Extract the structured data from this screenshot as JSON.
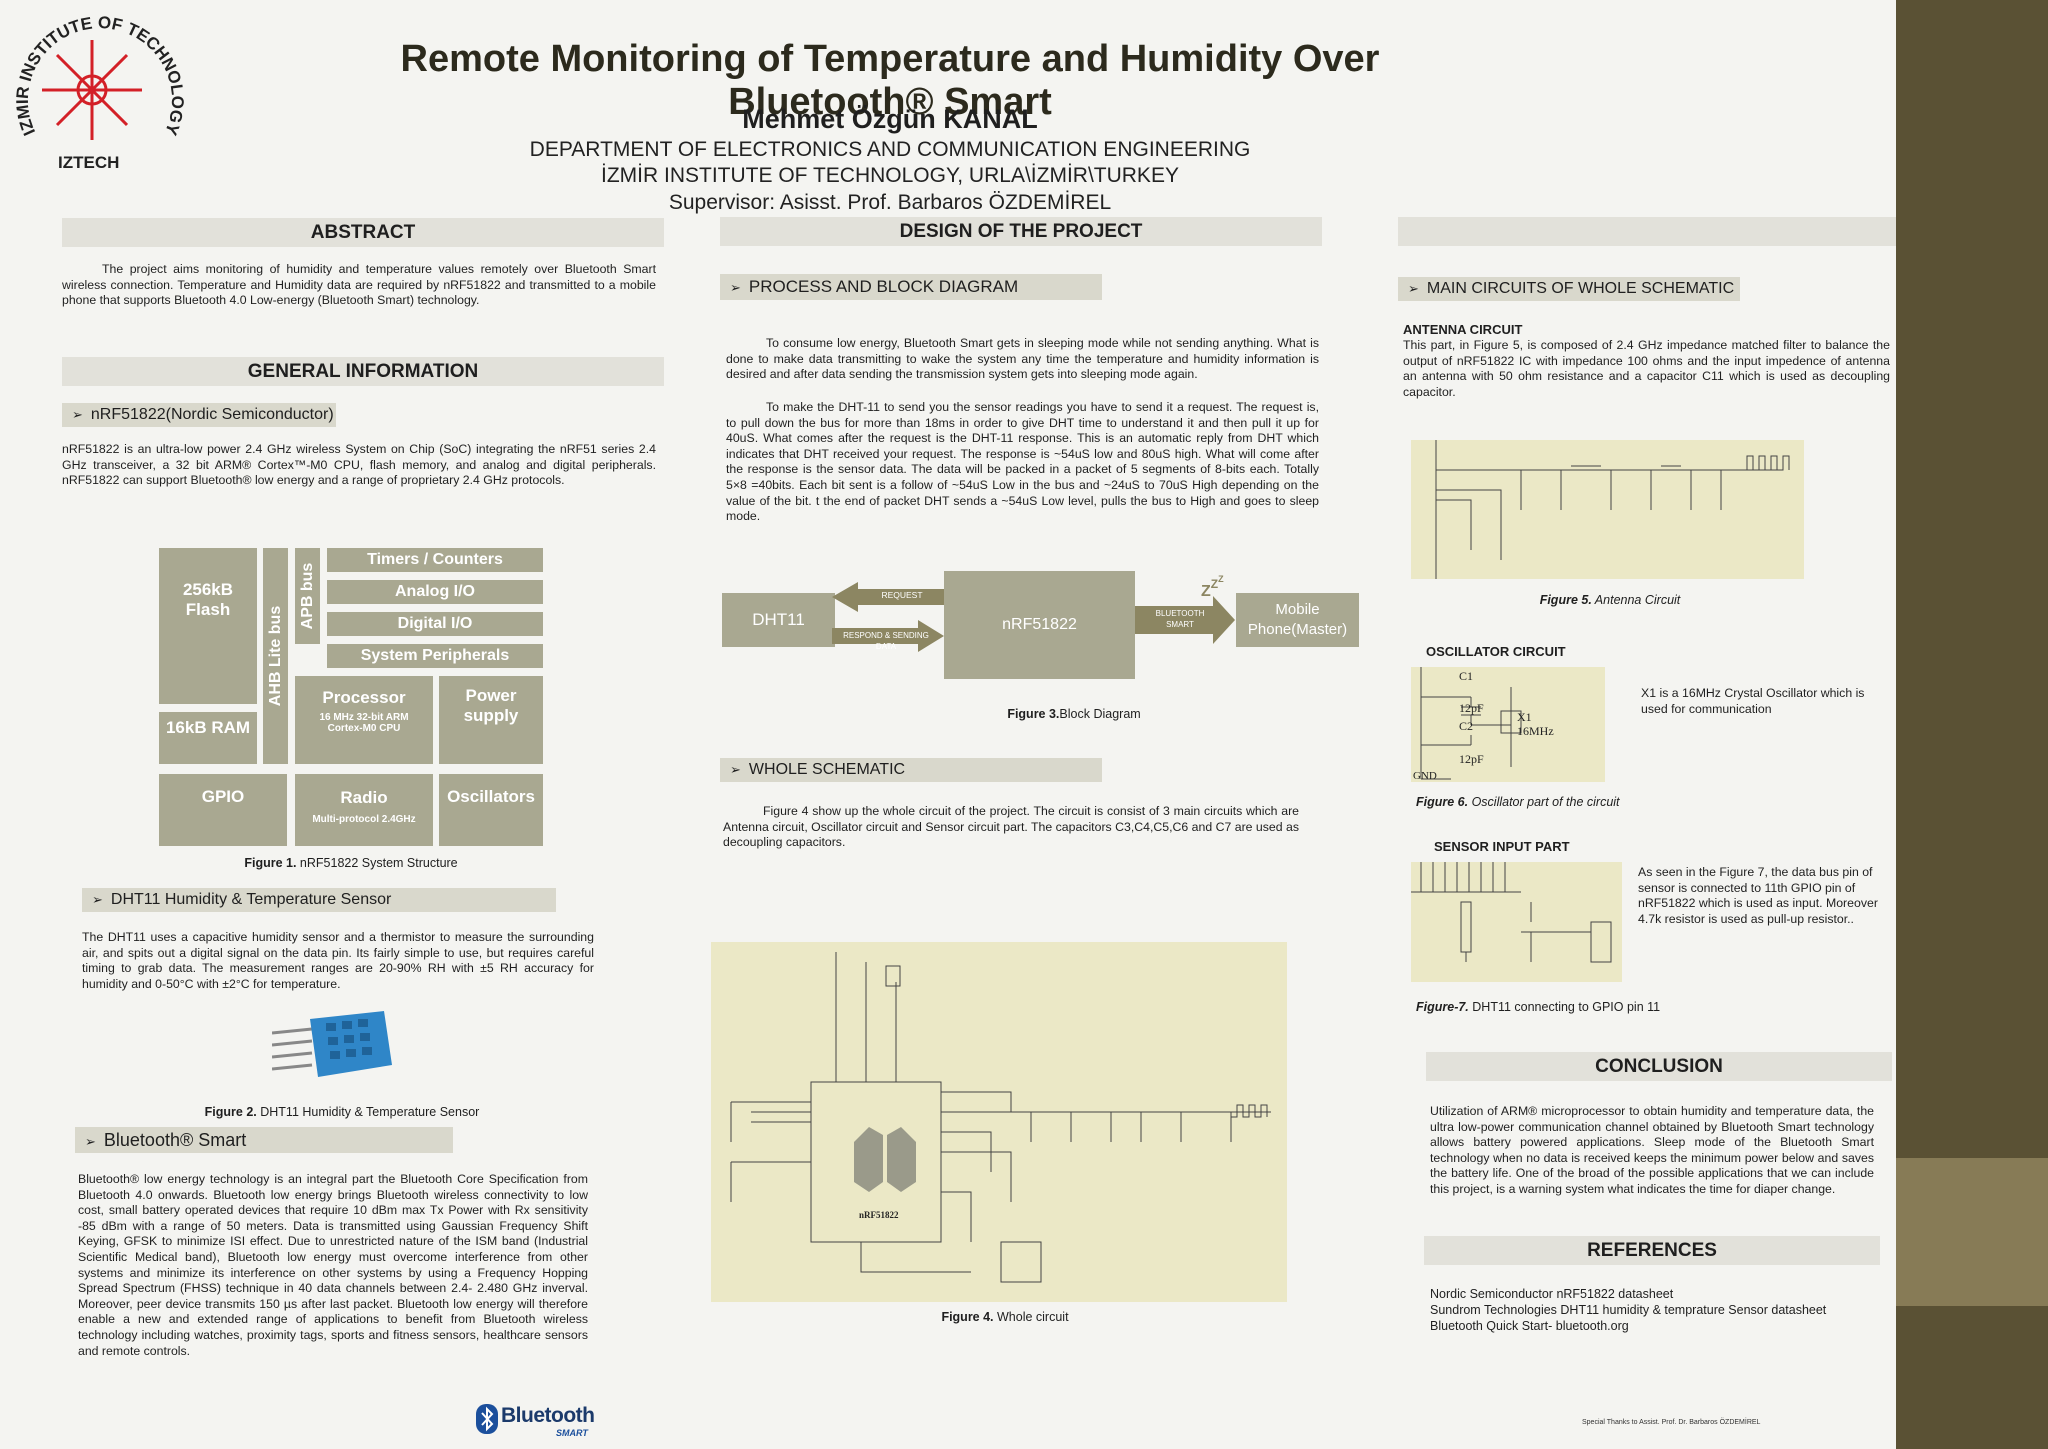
{
  "header": {
    "title": "Remote Monitoring of Temperature and Humidity Over Bluetooth® Smart",
    "author": "Mehmet Özgün KANAL",
    "department": "DEPARTMENT OF ELECTRONICS AND COMMUNICATION ENGINEERING",
    "institute": "İZMİR INSTITUTE OF TECHNOLOGY, URLA\\İZMİR\\TURKEY",
    "supervisor": "Supervisor: Asisst. Prof. Barbaros ÖZDEMİREL",
    "logo_ring": "IZMIR INSTITUTE OF TECHNOLOGY",
    "logo_label": "IZTECH"
  },
  "abstract": {
    "heading": "ABSTRACT",
    "text": "The project aims monitoring of humidity and temperature values remotely over Bluetooth Smart wireless connection. Temperature and Humidity data are required by nRF51822 and transmitted to a mobile phone that supports Bluetooth 4.0 Low-energy (Bluetooth Smart) technology."
  },
  "general": {
    "heading": "GENERAL INFORMATION",
    "nrf_head": "nRF51822(Nordic Semiconductor)",
    "nrf_text": "nRF51822 is an ultra-low power 2.4 GHz wireless System on Chip (SoC) integrating the nRF51 series 2.4 GHz transceiver, a 32 bit ARM® Cortex™-M0 CPU, flash memory, and analog and digital peripherals. nRF51822 can support Bluetooth® low energy and a range of proprietary 2.4 GHz protocols.",
    "fig1": {
      "flash": "256kB Flash",
      "ram": "16kB RAM",
      "ahb": "AHB Lite bus",
      "apb": "APB bus",
      "timers": "Timers / Counters",
      "analog": "Analog I/O",
      "digital": "Digital I/O",
      "sysper": "System Peripherals",
      "processor": "Processor",
      "processor_sub": "16 MHz 32-bit ARM Cortex-M0 CPU",
      "power": "Power supply",
      "gpio": "GPIO",
      "radio": "Radio",
      "radio_sub": "Multi-protocol 2.4GHz",
      "osc": "Oscillators",
      "cap_num": "Figure 1.",
      "cap_text": " nRF51822 System Structure"
    },
    "dht_head": "DHT11 Humidity & Temperature Sensor",
    "dht_text": "The DHT11 uses a capacitive humidity sensor and a thermistor to measure the surrounding air, and spits out a digital signal on the data pin. Its fairly simple to use, but requires careful timing to grab data. The measurement ranges are 20-90% RH with ±5 RH accuracy for humidity and 0-50°C with ±2°C for temperature.",
    "fig2_num": "Figure 2.",
    "fig2_text": " DHT11 Humidity & Temperature Sensor",
    "bt_head": "Bluetooth® Smart",
    "bt_text": "Bluetooth® low energy technology is an integral part the Bluetooth Core Specification from Bluetooth 4.0 onwards. Bluetooth low energy brings Bluetooth wireless connectivity to low cost, small battery operated devices that require 10 dBm max Tx Power with Rx sensitivity -85 dBm with a range of 50 meters. Data is transmitted using Gaussian Frequency Shift Keying, GFSK to minimize ISI effect. Due to unrestricted nature of the ISM  band (Industrial Scientific Medical band), Bluetooth low energy must overcome interference from other systems and minimize its interference on other systems by using a Frequency Hopping Spread Spectrum (FHSS) technique in 40 data channels between 2.4- 2.480 GHz inverval. Moreover, peer device transmits 150 µs after last packet. Bluetooth low energy will therefore enable a new and extended range of applications to benefit from Bluetooth wireless technology including watches, proximity tags, sports and fitness sensors, healthcare sensors and remote controls.",
    "bt_logo": "Bluetooth",
    "bt_logo_sub": "SMART"
  },
  "design": {
    "heading": "DESIGN OF THE PROJECT",
    "process_head": "PROCESS AND BLOCK DIAGRAM",
    "process_p1": "To consume low energy, Bluetooth Smart gets in sleeping mode while not sending anything. What is done to make data transmitting to wake the system any time  the temperature and humidity information is desired and after data sending the transmission  system gets into sleeping mode again.",
    "process_p2": "To make the DHT-11 to send you the sensor readings you have to send it a request. The request is, to pull down the bus for more than 18ms in order to give DHT time to understand it and then pull it up for 40uS. What comes after the request is the DHT-11 response. This is an automatic reply from DHT which indicates that DHT received your request. The response is ~54uS low and 80uS high. What will come after the response is the sensor data. The data will be packed in a packet of 5 segments of 8-bits each. Totally 5×8 =40bits. Each bit sent is a follow of ~54uS Low in the bus and ~24uS to 70uS High depending on the value of the bit. t the end of packet DHT sends a ~54uS Low level, pulls the bus to High and goes to sleep mode.",
    "block": {
      "dht": "DHT11",
      "request": "REQUEST",
      "respond": "RESPOND & SENDING DATA",
      "nrf": "nRF51822",
      "bt": "BLUETOOTH SMART",
      "mobile": "Mobile Phone(Master)",
      "cap_num": "Figure 3.",
      "cap_text": "Block Diagram"
    },
    "whole_head": "WHOLE SCHEMATIC",
    "whole_text": "Figure 4 show up the whole circuit of the project. The circuit is consist of  3 main circuits which are Antenna circuit, Oscillator circuit and Sensor circuit part. The capacitors C3,C4,C5,C6 and C7 are used as decoupling capacitors.",
    "fig4_chip": "nRF51822",
    "fig4_num": "Figure 4.",
    "fig4_text": " Whole circuit"
  },
  "main_circuits": {
    "head": "MAIN CIRCUITS OF WHOLE SCHEMATIC",
    "antenna_head": "ANTENNA CIRCUIT",
    "antenna_text": "This part, in Figure 5, is composed of 2.4 GHz impedance matched filter to balance the output of nRF51822 IC with impedance 100 ohms and the input impedence of antenna an antenna with 50 ohm resistance and a capacitor C11 which is used as decoupling capacitor.",
    "fig5_num": "Figure 5.",
    "fig5_text": " Antenna Circuit",
    "osc_head": "OSCILLATOR CIRCUIT",
    "osc_text": "X1 is a 16MHz Crystal Oscillator  which is used for communication",
    "fig6_num": "Figure 6.",
    "fig6_text": " Oscillator part of the circuit",
    "osc_labels": {
      "c1": "C1",
      "c2": "C2",
      "cap1": "12pF",
      "cap2": "12pF",
      "x1": "X1",
      "freq": "16MHz",
      "gnd": "GND"
    },
    "sensor_head": "SENSOR INPUT PART",
    "sensor_text": "As seen in the Figure 7, the data bus pin of sensor is connected to 11th GPIO pin of nRF51822 which is used  as input. Moreover 4.7k resistor is used as pull-up  resistor..",
    "fig7_num": "Figure-7.",
    "fig7_text": "  DHT11 connecting to GPIO pin 11"
  },
  "conclusion": {
    "heading": "CONCLUSION",
    "text": "Utilization of ARM® microprocessor to obtain humidity and temperature data, the ultra low-power communication channel obtained by Bluetooth Smart technology allows battery powered applications. Sleep mode of the Bluetooth Smart technology when no data is received keeps the minimum power below and saves the battery life. One of the broad of the possible applications that we can include this project, is a warning system what indicates the time for diaper change."
  },
  "references": {
    "heading": "REFERENCES",
    "items": [
      "Nordic Semiconductor nRF51822 datasheet",
      "Sundrom Technologies DHT11 humidity & temprature Sensor datasheet",
      "Bluetooth Quick Start- bluetooth.org"
    ]
  },
  "thanks": "Special Thanks to Assist. Prof. Dr. Barbaros ÖZDEMİREL",
  "colors": {
    "sidebar": "#5a5134",
    "band": "#877b56",
    "block": "#a9a891",
    "arrow": "#8c8662",
    "logo_red": "#d32027"
  }
}
